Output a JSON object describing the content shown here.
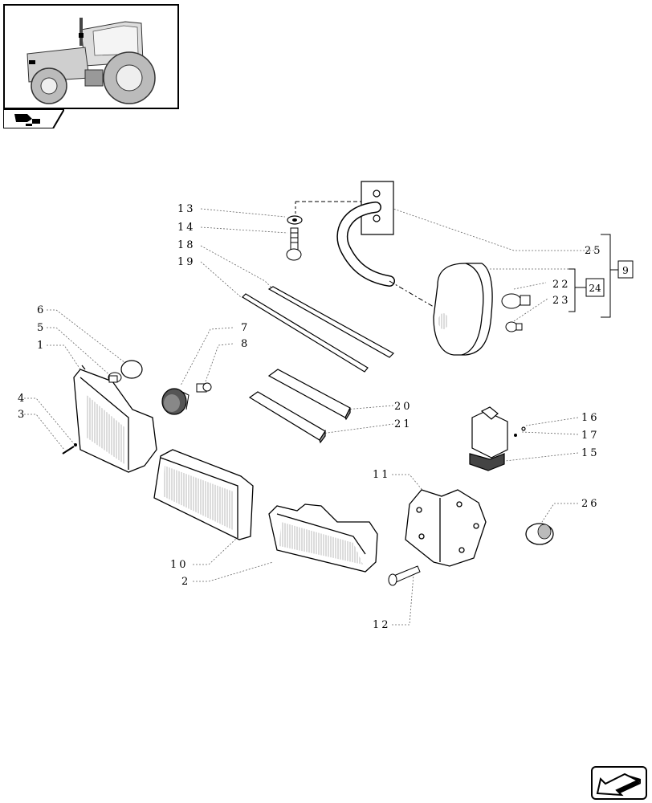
{
  "thumbnail": {
    "icon": "tractor-overview-icon"
  },
  "section_tab": {
    "icon": "lighting-section-icon"
  },
  "nav": {
    "icon": "previous-page-arrow-icon"
  },
  "callouts": {
    "c1": "1",
    "c2": "2",
    "c3": "3",
    "c4": "4",
    "c5": "5",
    "c6": "6",
    "c7": "7",
    "c8": "8",
    "c10": "10",
    "c11": "11",
    "c12": "12",
    "c13": "13",
    "c14": "14",
    "c15": "15",
    "c16": "16",
    "c17": "17",
    "c18": "18",
    "c19": "19",
    "c20": "20",
    "c21": "21",
    "c22": "22",
    "c23": "23",
    "c25": "25",
    "c26": "26"
  },
  "ref_boxes": {
    "b9": "9",
    "b24": "24"
  }
}
